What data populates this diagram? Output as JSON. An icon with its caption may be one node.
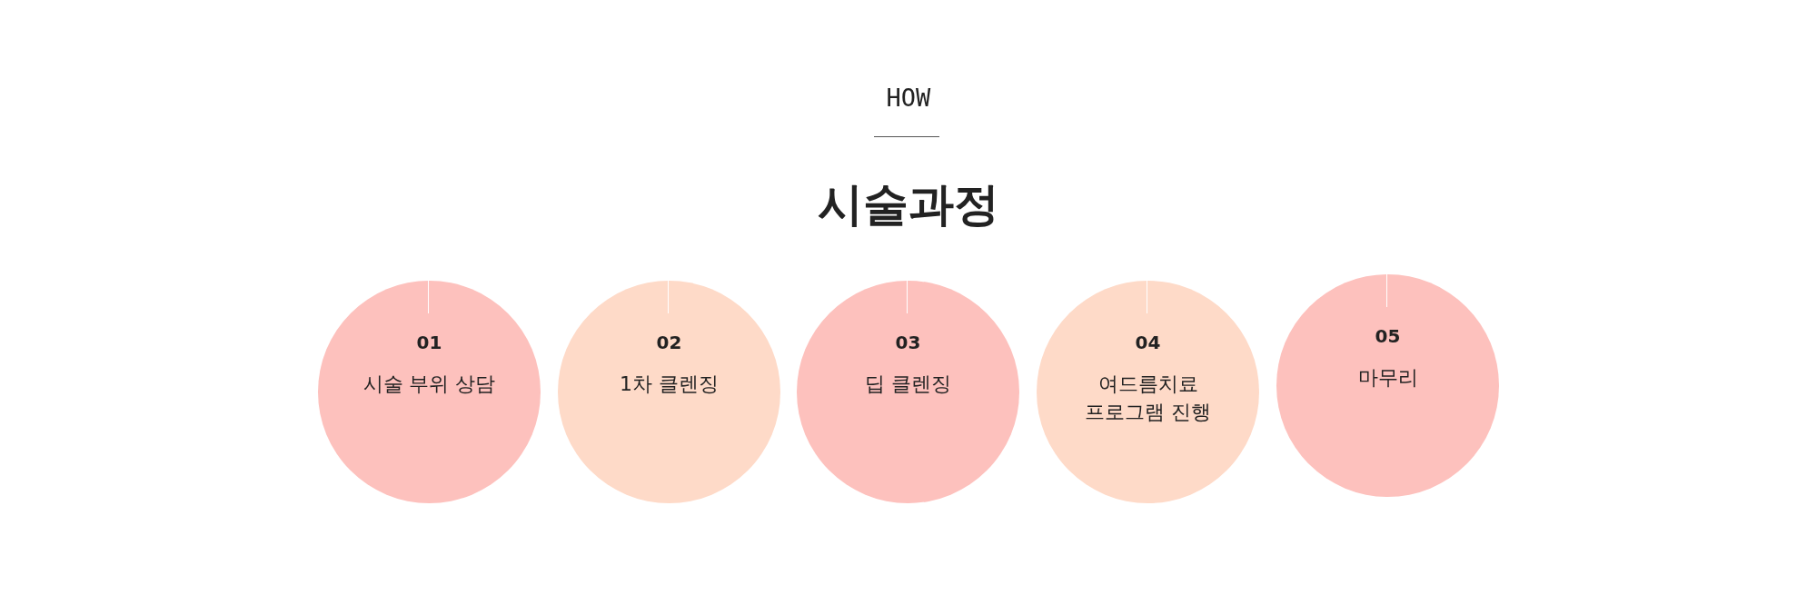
{
  "diagram": {
    "title": "시술과정",
    "nodes": [
      {
        "text": [
          "01",
          "시술 부위 상담"
        ]
      },
      {
        "text": [
          "02",
          "1차 클렌징"
        ]
      },
      {
        "text": [
          "03",
          "딥 클렌징"
        ]
      },
      {
        "text": [
          "04",
          "여드름치료 프로그램 진행"
        ]
      },
      {
        "text": [
          "05",
          "마무리"
        ]
      }
    ],
    "edges": [],
    "labels": [
      "HOW"
    ]
  }
}
